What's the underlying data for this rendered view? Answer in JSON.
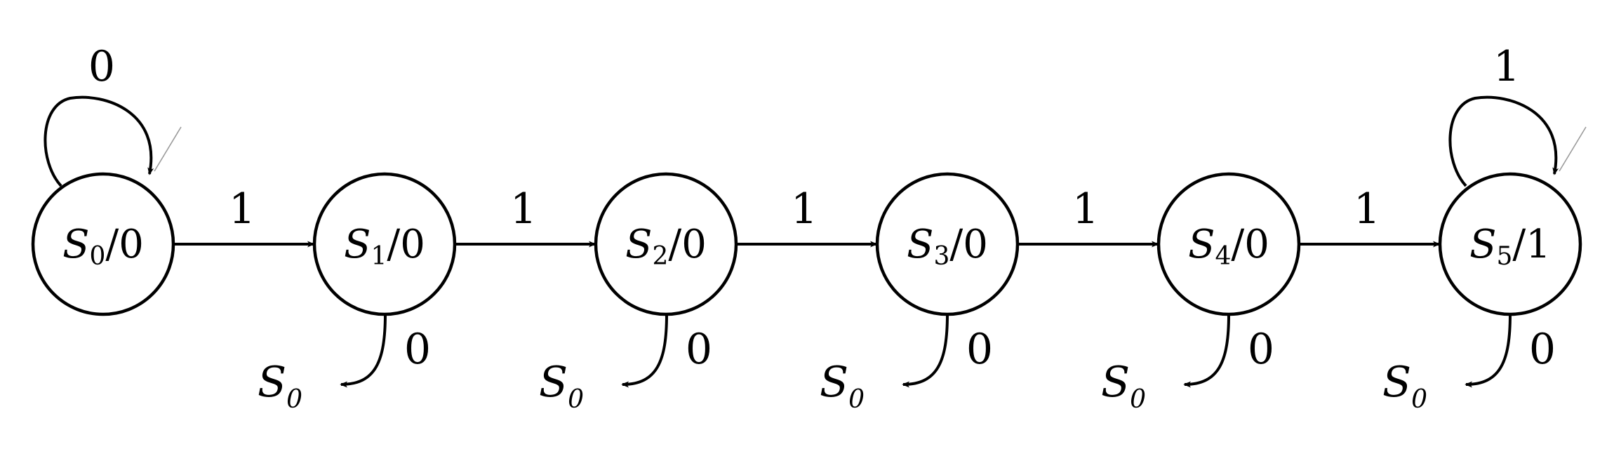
{
  "diagram": {
    "states": [
      {
        "name": "S",
        "sub": "0",
        "output": "/0"
      },
      {
        "name": "S",
        "sub": "1",
        "output": "/0"
      },
      {
        "name": "S",
        "sub": "2",
        "output": "/0"
      },
      {
        "name": "S",
        "sub": "3",
        "output": "/0"
      },
      {
        "name": "S",
        "sub": "4",
        "output": "/0"
      },
      {
        "name": "S",
        "sub": "5",
        "output": "/1"
      }
    ],
    "self_loops": [
      {
        "state": "S0",
        "input": "0"
      },
      {
        "state": "S5",
        "input": "1"
      }
    ],
    "transitions": [
      {
        "from": "S0",
        "to": "S1",
        "input": "1"
      },
      {
        "from": "S1",
        "to": "S2",
        "input": "1"
      },
      {
        "from": "S2",
        "to": "S3",
        "input": "1"
      },
      {
        "from": "S3",
        "to": "S4",
        "input": "1"
      },
      {
        "from": "S4",
        "to": "S5",
        "input": "1"
      }
    ],
    "resets": [
      {
        "from": "S1",
        "input": "0",
        "target": "S",
        "target_sub": "0"
      },
      {
        "from": "S2",
        "input": "0",
        "target": "S",
        "target_sub": "0"
      },
      {
        "from": "S3",
        "input": "0",
        "target": "S",
        "target_sub": "0"
      },
      {
        "from": "S4",
        "input": "0",
        "target": "S",
        "target_sub": "0"
      },
      {
        "from": "S5",
        "input": "0",
        "target": "S",
        "target_sub": "0"
      }
    ]
  }
}
